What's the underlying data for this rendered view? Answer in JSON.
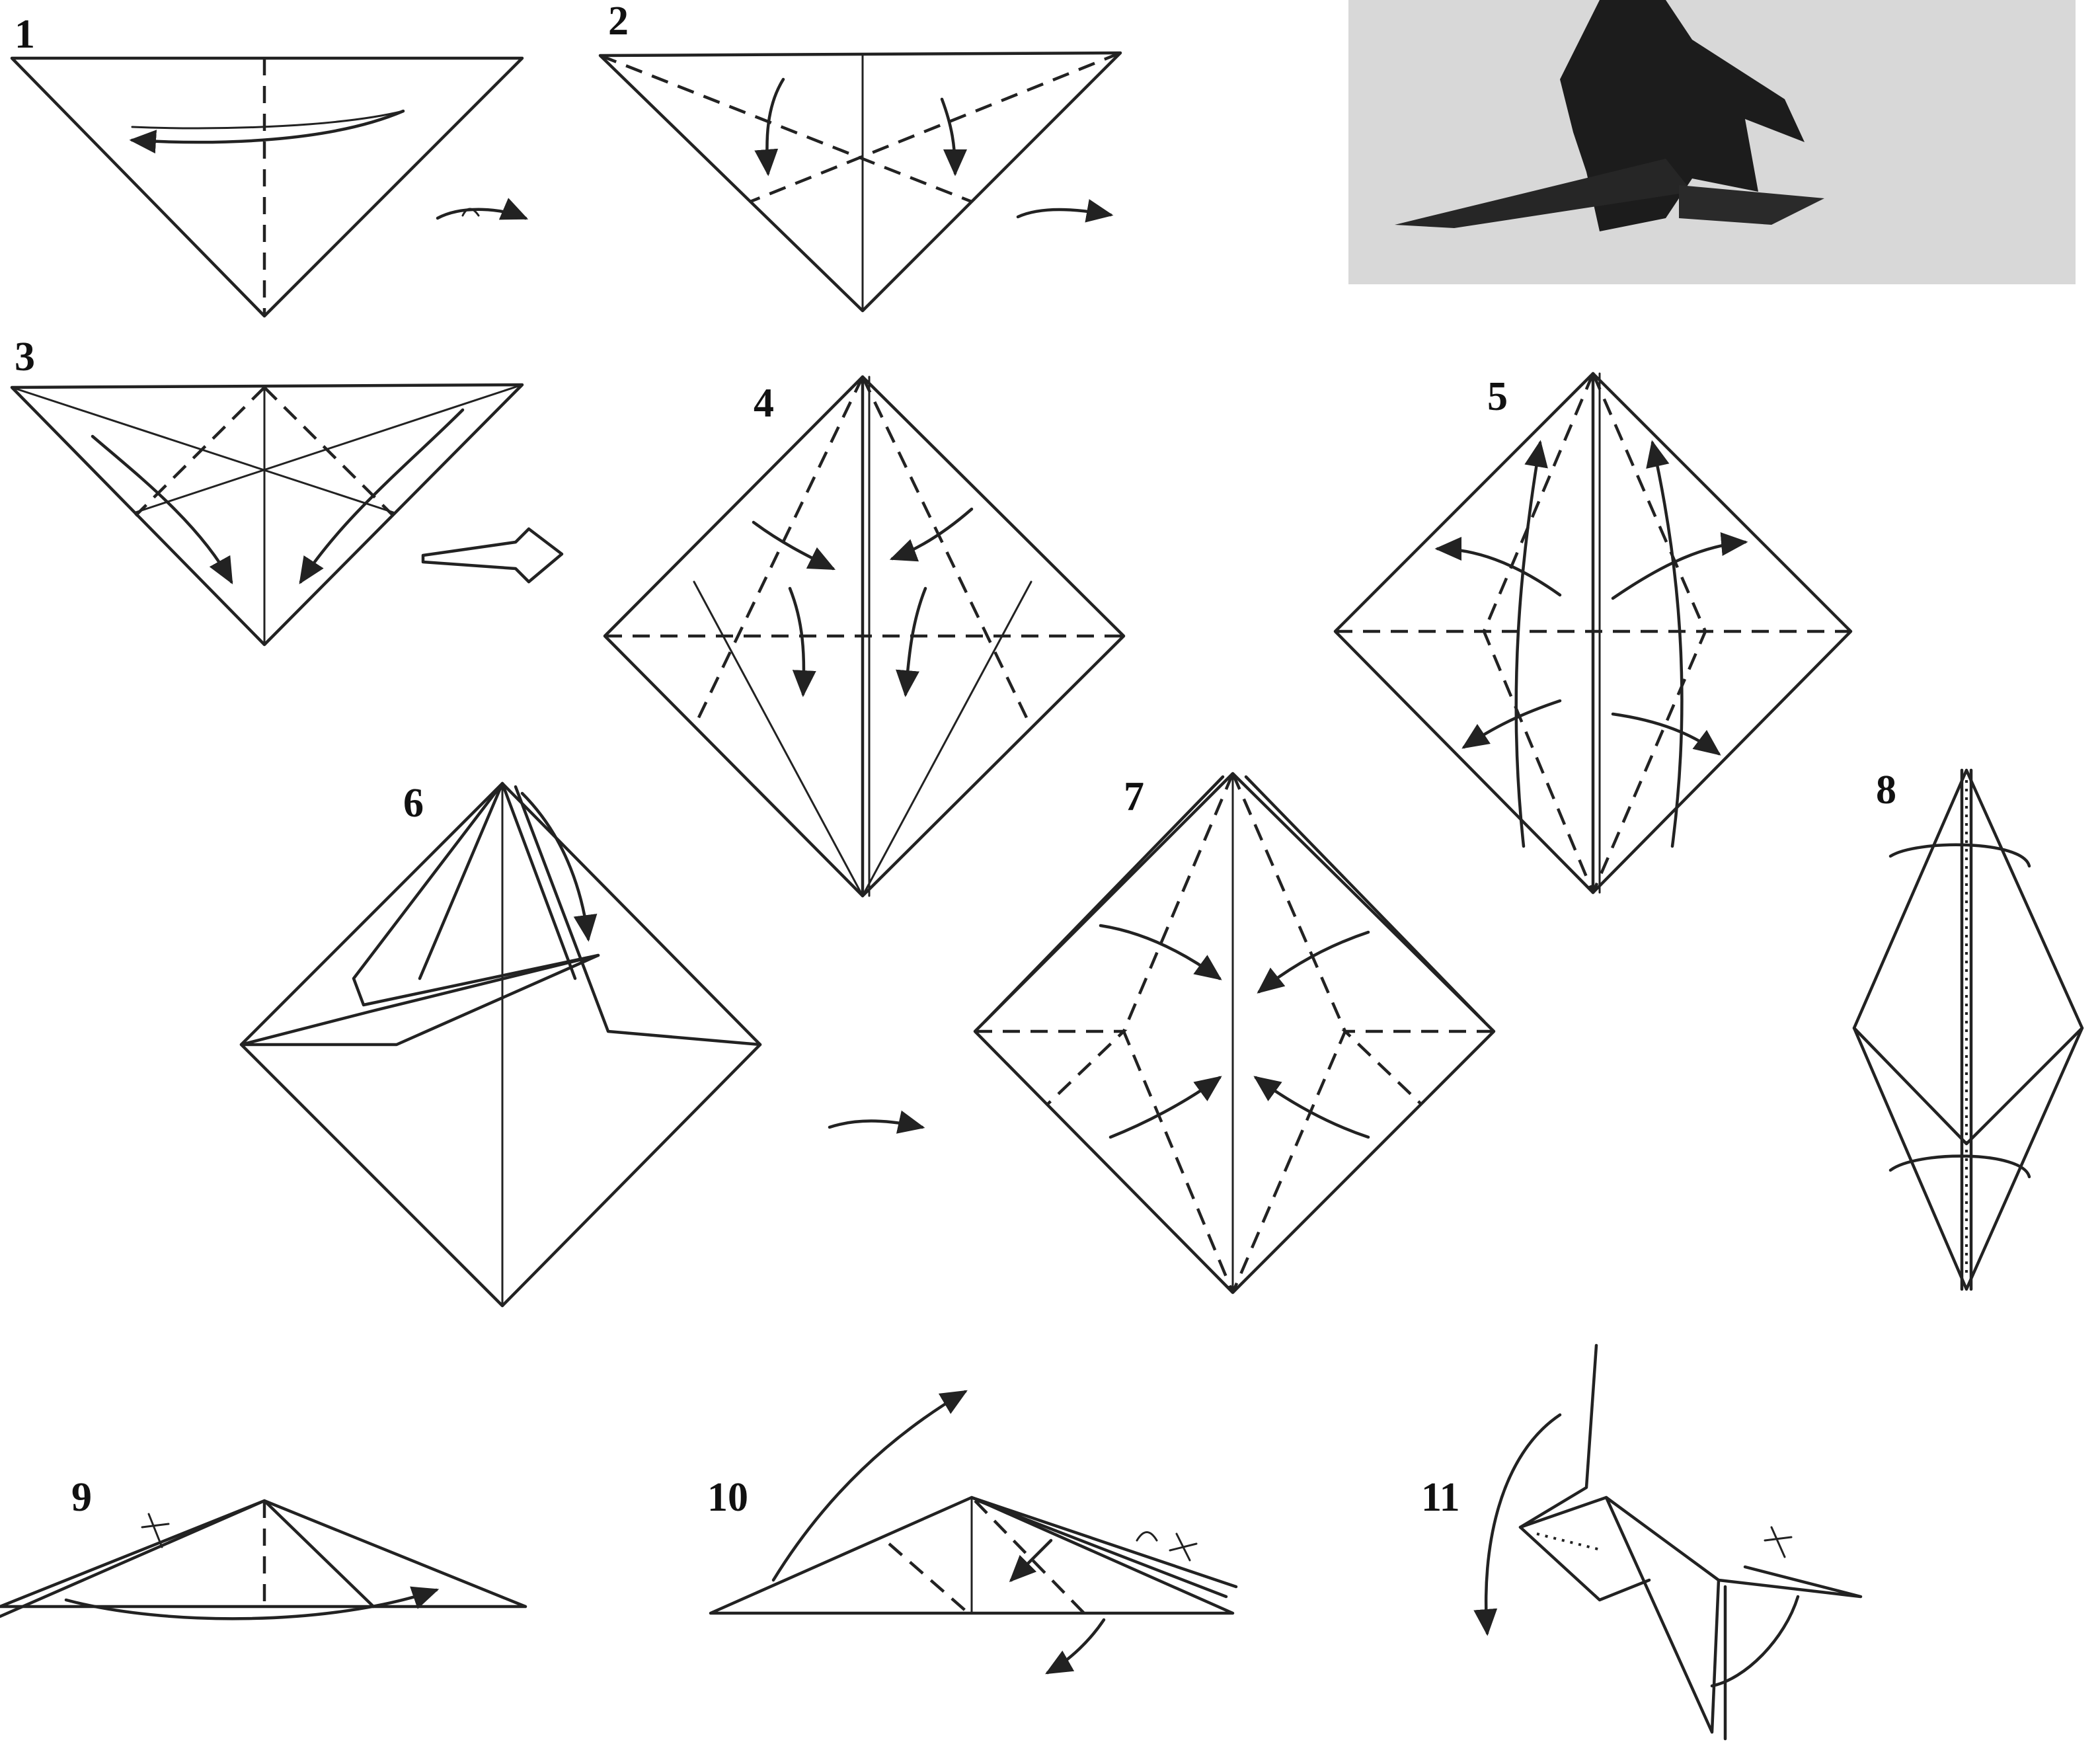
{
  "diagram": {
    "steps": [
      {
        "label": "1"
      },
      {
        "label": "2"
      },
      {
        "label": "3"
      },
      {
        "label": "4"
      },
      {
        "label": "5"
      },
      {
        "label": "6"
      },
      {
        "label": "7"
      },
      {
        "label": "8"
      },
      {
        "label": "9"
      },
      {
        "label": "10"
      },
      {
        "label": "11"
      }
    ],
    "photo": {
      "icon": "origami-kangaroo-photo",
      "tone": "grayscale"
    },
    "colors": {
      "ink": "#222222",
      "paper": "#ffffff",
      "photo_bg": "#d8d8d8",
      "model": "#1c1c1c"
    }
  }
}
